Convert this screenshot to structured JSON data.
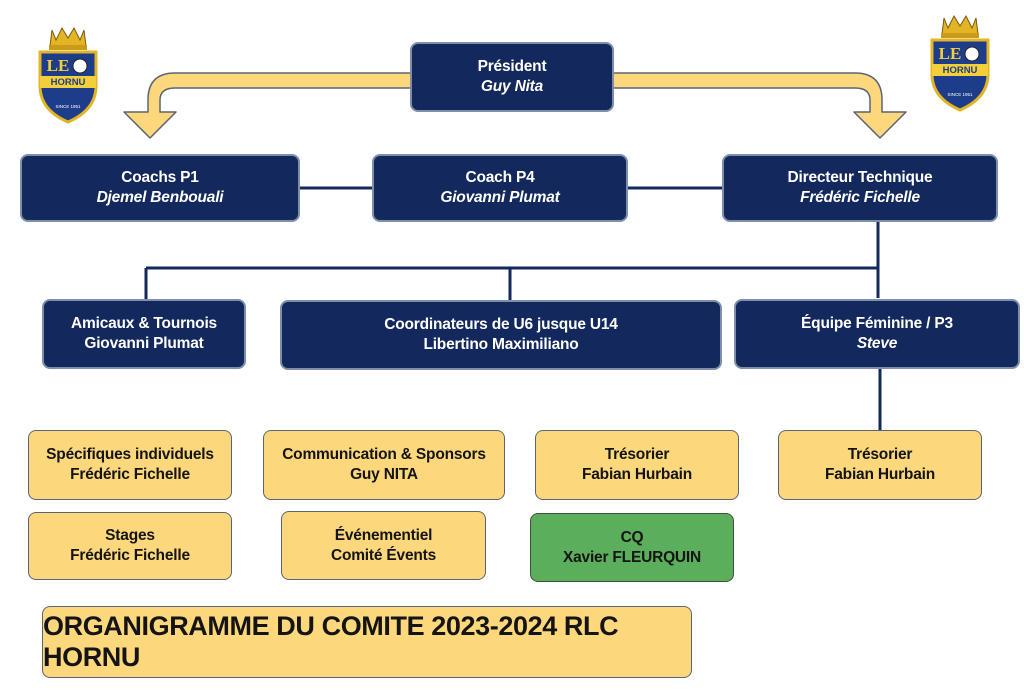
{
  "crest": {
    "letters": "LE",
    "club": "HORNU",
    "since": "SINCE 1951"
  },
  "colors": {
    "navy": "#13285c",
    "yellow": "#fcd77c",
    "green": "#5bae5b",
    "arrow": "#fcd77c"
  },
  "president": {
    "role": "Président",
    "name": "Guy Nita"
  },
  "coach_p1": {
    "role": "Coachs P1",
    "name": "Djemel Benbouali"
  },
  "coach_p4": {
    "role": "Coach P4",
    "name": "Giovanni Plumat"
  },
  "directeur": {
    "role": "Directeur Technique",
    "name": "Frédéric Fichelle"
  },
  "amicaux": {
    "role": "Amicaux & Tournois",
    "name": "Giovanni Plumat"
  },
  "coordinateurs": {
    "role": "Coordinateurs de U6 jusque U14",
    "name": "Libertino Maximiliano"
  },
  "feminine": {
    "role": "Équipe Féminine / P3",
    "name": "Steve"
  },
  "specifiques": {
    "role": "Spécifiques individuels",
    "name": "Frédéric Fichelle"
  },
  "communication": {
    "role": "Communication & Sponsors",
    "name": "Guy NITA"
  },
  "tresorier_1": {
    "role": "Trésorier",
    "name": "Fabian Hurbain"
  },
  "tresorier_2": {
    "role": "Trésorier",
    "name": "Fabian Hurbain"
  },
  "stages": {
    "role": "Stages",
    "name": "Frédéric Fichelle"
  },
  "evenementiel": {
    "role": "Événementiel",
    "name": "Comité Évents"
  },
  "cq": {
    "role": "CQ",
    "name": "Xavier FLEURQUIN"
  },
  "title": "ORGANIGRAMME DU COMITE 2023-2024 RLC HORNU"
}
